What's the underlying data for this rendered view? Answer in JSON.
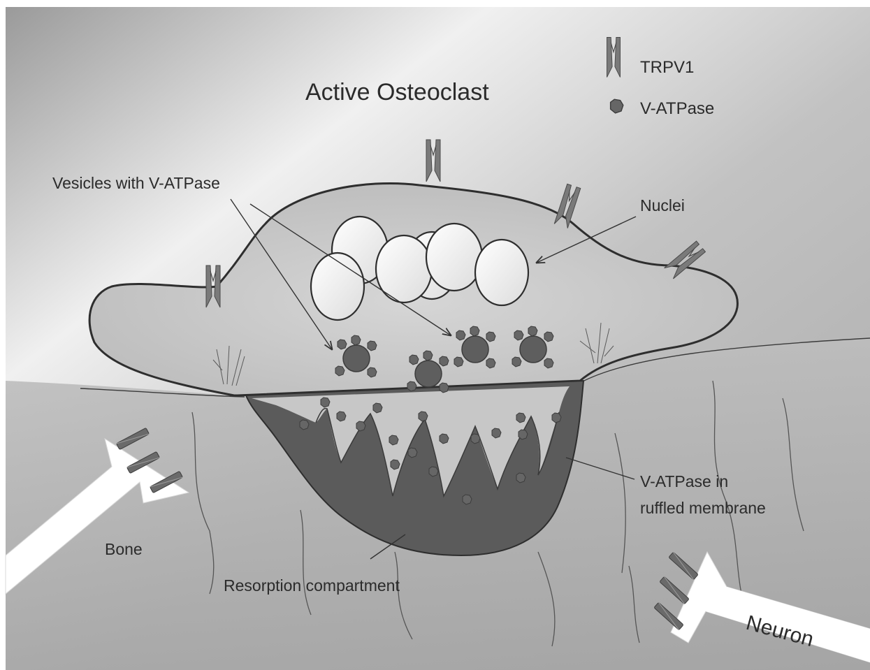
{
  "title": "Active Osteoclast",
  "legend": {
    "trpv1": "TRPV1",
    "vatpase": "V-ATPase"
  },
  "labels": {
    "vesicles": "Vesicles with V-ATPase",
    "nuclei": "Nuclei",
    "ruffled_line1": "V-ATPase in",
    "ruffled_line2": "ruffled membrane",
    "bone": "Bone",
    "resorption": "Resorption compartment",
    "neuron": "Neuron"
  },
  "colors": {
    "cell_fill": "#c4c4c4",
    "dark_fill": "#5b5b5b",
    "channel": "#7a7a7a",
    "outline": "#2e2e2e"
  }
}
